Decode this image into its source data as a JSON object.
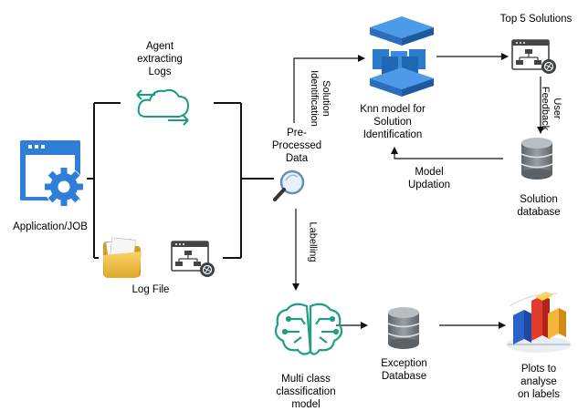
{
  "nodes": {
    "application": {
      "label": "Application/JOB",
      "icon": "application-window-gear-icon"
    },
    "agent": {
      "label_line1": "Agent",
      "label_line2": "extracting",
      "label_line3": "Logs",
      "icon": "cloud-sync-icon"
    },
    "log_file": {
      "label": "Log File",
      "icon": "folder-icon"
    },
    "log_window": {
      "icon": "workflow-window-icon"
    },
    "preprocessed": {
      "label_line1": "Pre-",
      "label_line2": "Processed",
      "label_line3": "Data",
      "icon": "magnifier-icon"
    },
    "knn": {
      "label_line1": "Knn model for",
      "label_line2": "Solution",
      "label_line3": "Identification",
      "icon": "sagemaker-model-icon"
    },
    "top5": {
      "label": "Top 5 Solutions",
      "icon": "workflow-window-icon"
    },
    "solution_db": {
      "label_line1": "Solution",
      "label_line2": "database",
      "icon": "database-icon"
    },
    "multiclass": {
      "label_line1": "Multi class",
      "label_line2": "classification",
      "label_line3": "model",
      "icon": "brain-circuit-icon"
    },
    "exception_db": {
      "label_line1": "Exception",
      "label_line2": "Database",
      "icon": "database-icon"
    },
    "plots": {
      "label_line1": "Plots to",
      "label_line2": "analyse",
      "label_line3": "on labels",
      "icon": "bar-chart-icon"
    }
  },
  "edges": {
    "solution_identification": {
      "line1": "Solution",
      "line2": "Identification"
    },
    "user_feedback": {
      "line1": "User",
      "line2": "Feedback"
    },
    "model_updation": {
      "line1": "Model",
      "line2": "Updation"
    },
    "labelling": {
      "label": "Labelling"
    }
  },
  "colors": {
    "app_blue": "#2f7fd8",
    "cloud_green": "#1a9c82",
    "brain_green": "#1f9e83",
    "knn_blue": "#2b7bcc",
    "db_gray": "#7a7f85",
    "folder_yellow": "#f4c542",
    "line": "#111111"
  }
}
